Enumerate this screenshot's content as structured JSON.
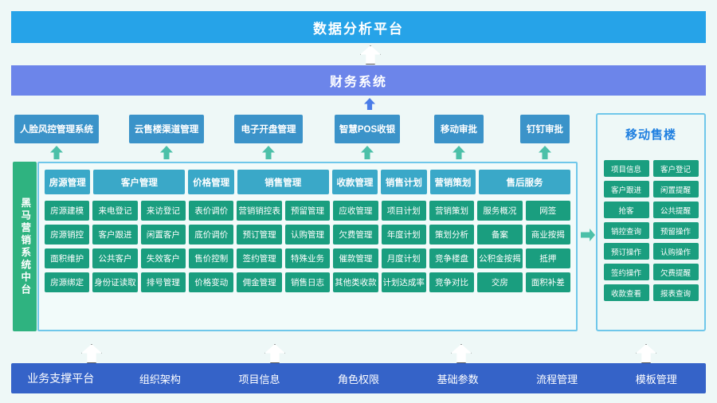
{
  "diagram": {
    "title": "数据分析平台",
    "top_banners": [
      {
        "id": "data-platform",
        "label": "数据分析平台",
        "color": "#26a3e8"
      },
      {
        "id": "finance-system",
        "label": "财务系统",
        "color": "#6c85ea"
      }
    ],
    "sub_systems": [
      {
        "label": "人脸风控管理系统"
      },
      {
        "label": "云售楼渠道管理"
      },
      {
        "label": "电子开盘管理"
      },
      {
        "label": "智慧POS收银"
      },
      {
        "label": "移动审批"
      },
      {
        "label": "钉钉审批"
      }
    ],
    "vertical_label": "黑马营销系统中台",
    "core": {
      "headers": [
        {
          "label": "房源管理",
          "span": 1
        },
        {
          "label": "客户管理",
          "span": 2
        },
        {
          "label": "价格管理",
          "span": 1
        },
        {
          "label": "销售管理",
          "span": 2
        },
        {
          "label": "收款管理",
          "span": 1
        },
        {
          "label": "销售计划",
          "span": 1
        },
        {
          "label": "营销策划",
          "span": 1
        },
        {
          "label": "售后服务",
          "span": 2
        }
      ],
      "rows": [
        [
          "房源建模",
          "来电登记",
          "来访登记",
          "表价调价",
          "营销销控表",
          "预留管理",
          "应收管理",
          "项目计划",
          "营销策划",
          "服务概况",
          "网签"
        ],
        [
          "房源销控",
          "客户跟进",
          "闲置客户",
          "底价调价",
          "预订管理",
          "认购管理",
          "欠费管理",
          "年度计划",
          "策划分析",
          "备案",
          "商业按揭"
        ],
        [
          "面积维护",
          "公共客户",
          "失效客户",
          "售价控制",
          "签约管理",
          "特殊业务",
          "催款管理",
          "月度计划",
          "竞争楼盘",
          "公积金按揭",
          "抵押"
        ],
        [
          "房源绑定",
          "身份证读取",
          "排号管理",
          "价格变动",
          "佣金管理",
          "销售日志",
          "其他类收款",
          "计划达成率",
          "竞争对比",
          "交房",
          "面积补差"
        ]
      ]
    },
    "mobile": {
      "title": "移动售楼",
      "items": [
        "项目信息",
        "客户登记",
        "客户跟进",
        "闲置提醒",
        "抢客",
        "公共提醒",
        "销控查询",
        "预留操作",
        "预订操作",
        "认购操作",
        "签约操作",
        "欠费提醒",
        "收款查看",
        "报表查询"
      ]
    },
    "support_bar": {
      "lead": "业务支撑平台",
      "items": [
        "组织架构",
        "项目信息",
        "角色权限",
        "基础参数",
        "流程管理",
        "模板管理"
      ],
      "color": "#3563c8"
    },
    "colors": {
      "background": "#eef8f7",
      "panel_border": "#6fc7ea",
      "header_cell": "#3aa8c8",
      "cell": "#1a9e7f",
      "vertical_label": "#2fb380",
      "subsystem": "#3b93c9",
      "arrow_teal": "#4cc0a8",
      "mobile_title": "#1f7fe0"
    }
  }
}
